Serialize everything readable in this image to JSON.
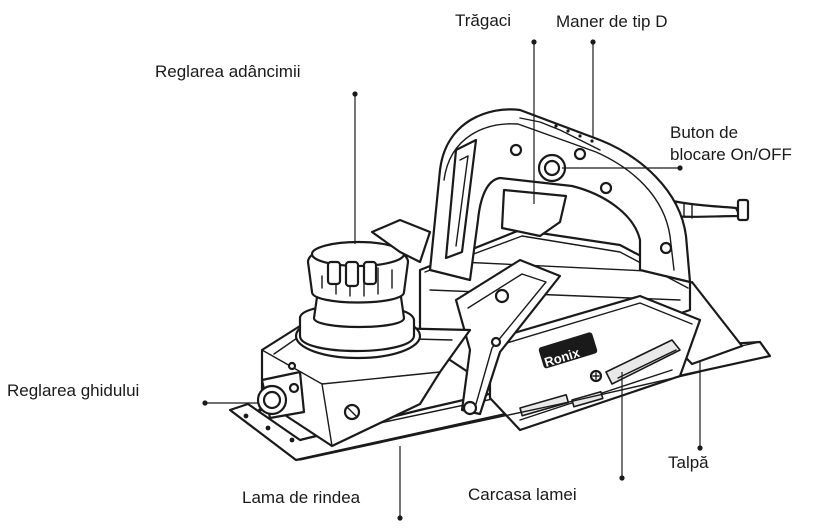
{
  "labels": {
    "trigger": "Trăgaci",
    "d_handle": "Maner de tip D",
    "depth_adjustment": "Reglarea adâncimii",
    "lock_button_line1": "Buton de",
    "lock_button_line2": "blocare On/OFF",
    "guide_adjustment": "Reglarea ghidului",
    "sole": "Talpă",
    "blade_housing": "Carcasa lamei",
    "planer_blade": "Lama de rindea"
  },
  "brand": "Ronix"
}
